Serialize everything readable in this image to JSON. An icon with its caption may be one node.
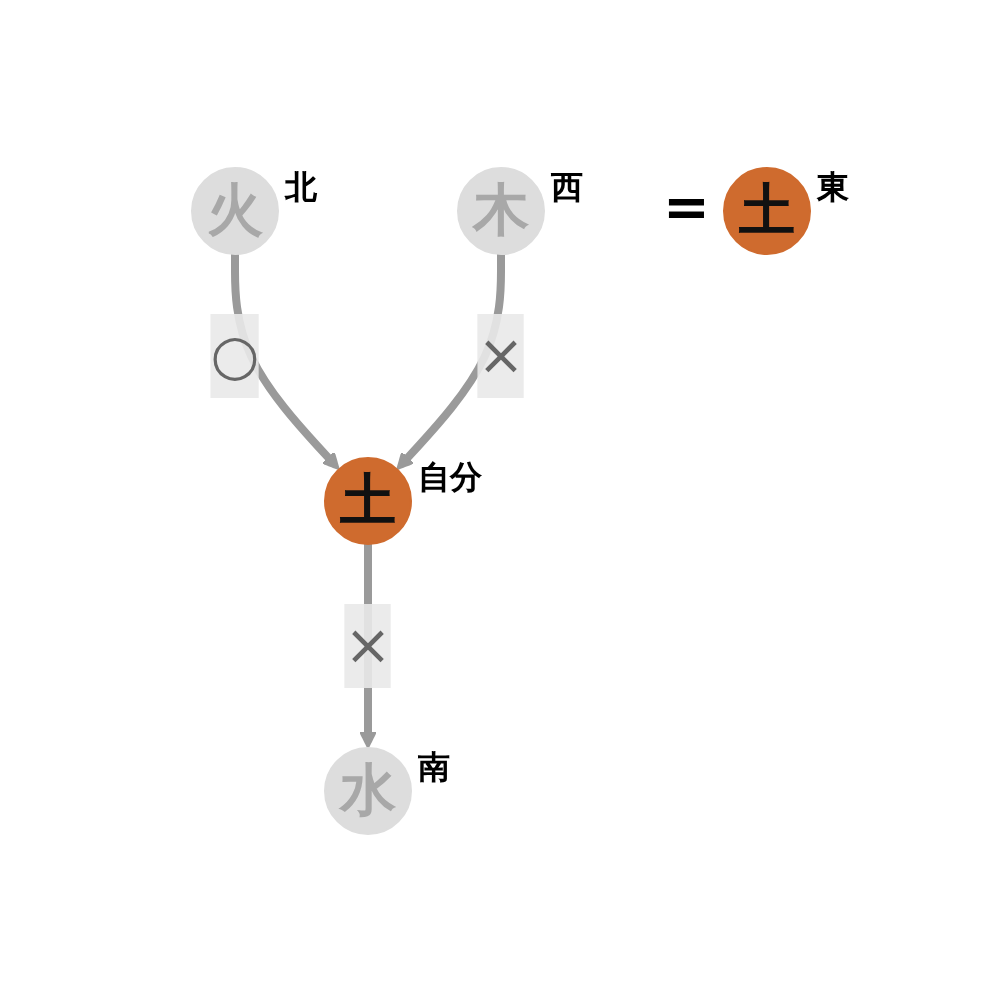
{
  "diagram": {
    "nodes": [
      {
        "text": [
          "火"
        ],
        "beside": [
          "北"
        ]
      },
      {
        "text": [
          "木"
        ],
        "beside": [
          "西"
        ]
      },
      {
        "text": [
          "土"
        ],
        "beside": [
          "自分"
        ]
      },
      {
        "text": [
          "土"
        ],
        "beside": [
          "東"
        ]
      },
      {
        "text": [
          "水"
        ],
        "beside": [
          "南"
        ]
      }
    ],
    "edges": [
      {
        "from": 0,
        "to": 2,
        "arrow": "to",
        "label": "○"
      },
      {
        "from": 1,
        "to": 2,
        "arrow": "to",
        "label": "×"
      },
      {
        "from": 2,
        "to": 4,
        "arrow": "to",
        "label": "×"
      }
    ],
    "labels": [
      "="
    ]
  }
}
